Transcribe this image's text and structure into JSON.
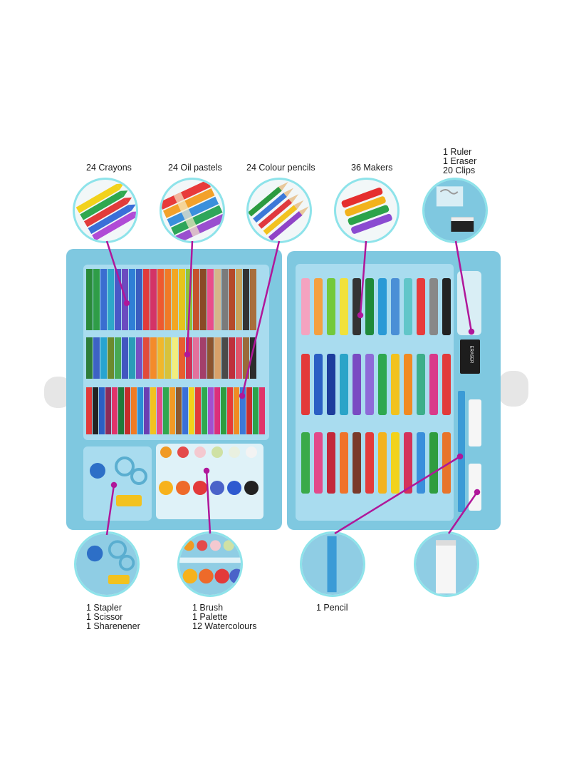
{
  "callouts": {
    "crayons": "24 Crayons",
    "oil_pastels": "24 Oil pastels",
    "colour_pencils": "24 Colour pencils",
    "makers": "36 Makers",
    "ruler_eraser_clips": "1 Ruler\n1 Eraser\n20 Clips",
    "stapler_scissor_sharpener": "1 Stapler\n1 Scissor\n1 Sharenener",
    "brush_palette_watercolours": "1 Brush\n1 Palette\n12 Watercolours",
    "pencil": "1 Pencil"
  },
  "eraser_text": "ERASER",
  "colors": {
    "case_blue": "#7fc8e0",
    "case_light": "#a9dcef",
    "callout_line": "#b0179a",
    "circle_border": "#8ee3ea"
  }
}
